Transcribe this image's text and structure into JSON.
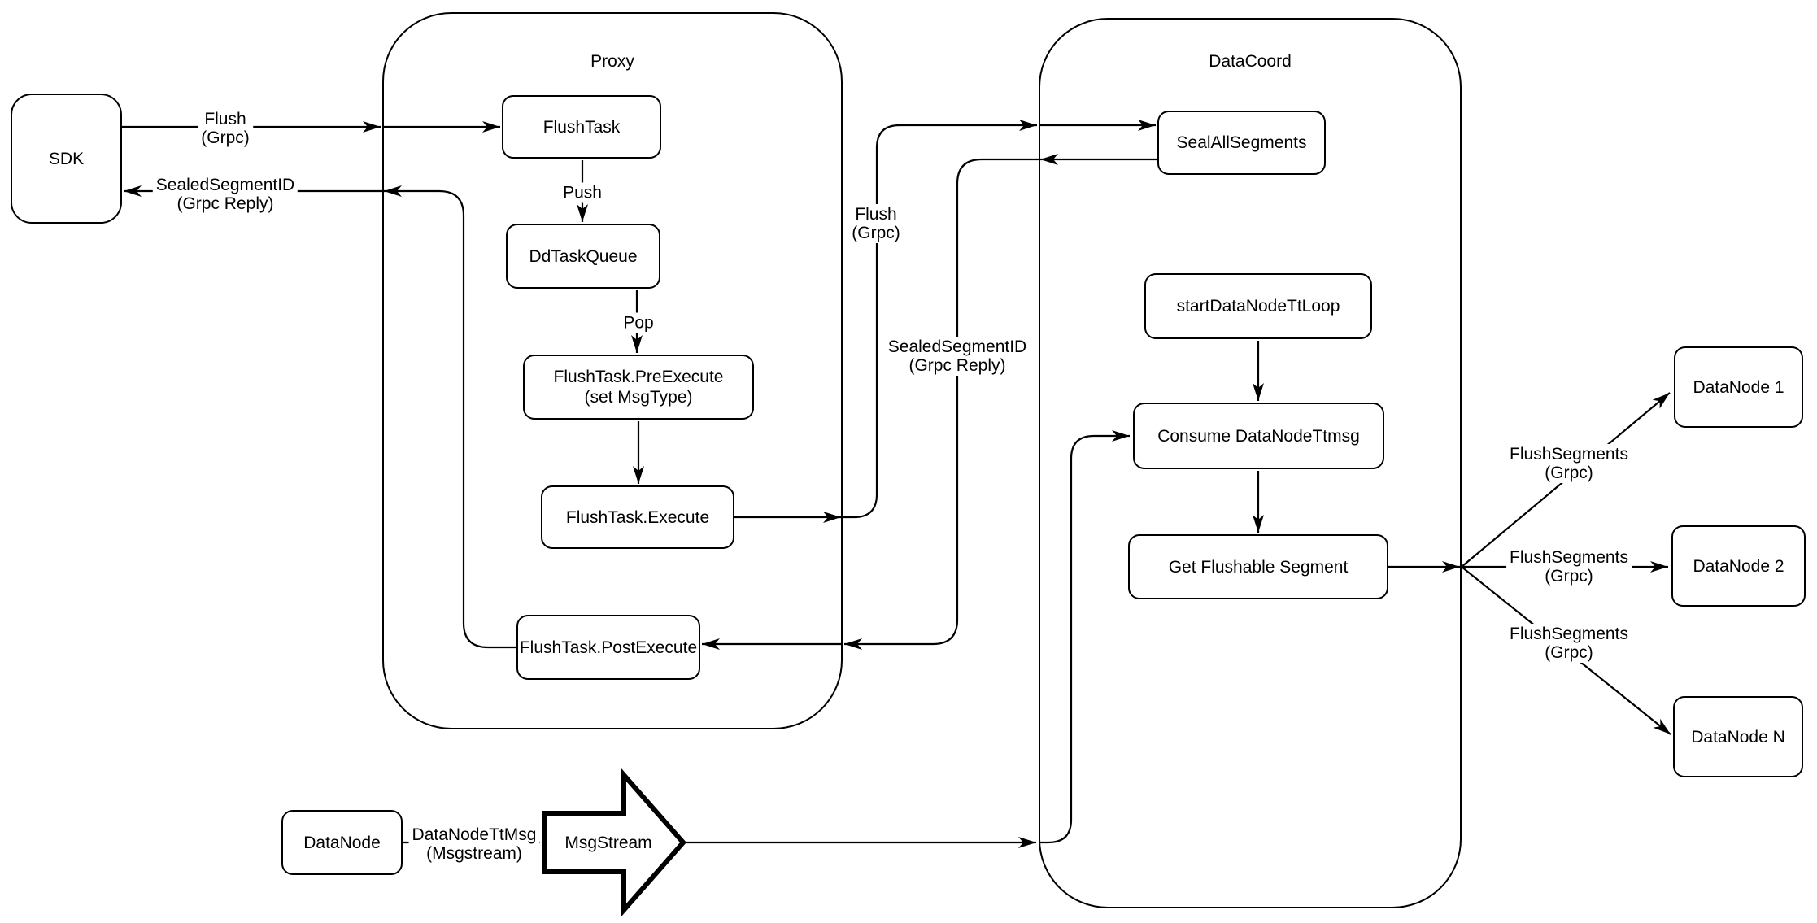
{
  "colors": {
    "stroke": "#000000",
    "canvas": "#ffffff"
  },
  "containers": {
    "proxy": {
      "label": "Proxy"
    },
    "datacoord": {
      "label": "DataCoord"
    }
  },
  "nodes": {
    "sdk": {
      "label": "SDK"
    },
    "flush_task": {
      "label": "FlushTask"
    },
    "dd_task_queue": {
      "label": "DdTaskQueue"
    },
    "pre_execute": {
      "line1": "FlushTask.PreExecute",
      "line2": "(set MsgType)"
    },
    "execute": {
      "label": "FlushTask.Execute"
    },
    "post_execute": {
      "label": "FlushTask.PostExecute"
    },
    "seal_all_segments": {
      "label": "SealAllSegments"
    },
    "start_data_node_tt_loop": {
      "label": "startDataNodeTtLoop"
    },
    "consume_data_node_ttmsg": {
      "label": "Consume DataNodeTtmsg"
    },
    "get_flushable_segment": {
      "label": "Get Flushable Segment"
    },
    "data_node_1": {
      "label": "DataNode 1"
    },
    "data_node_2": {
      "label": "DataNode 2"
    },
    "data_node_n": {
      "label": "DataNode N"
    },
    "data_node": {
      "label": "DataNode"
    },
    "msg_stream": {
      "label": "MsgStream"
    }
  },
  "edge_labels": {
    "flush_sdk": {
      "line1": "Flush",
      "line2": "(Grpc)"
    },
    "sealed_sdk": {
      "line1": "SealedSegmentID",
      "line2": "(Grpc Reply)"
    },
    "push": {
      "label": "Push"
    },
    "pop": {
      "label": "Pop"
    },
    "flush_datacoord": {
      "line1": "Flush",
      "line2": "(Grpc)"
    },
    "sealed_datacoord": {
      "line1": "SealedSegmentID",
      "line2": "(Grpc Reply)"
    },
    "flush_segments_1": {
      "line1": "FlushSegments",
      "line2": "(Grpc)"
    },
    "flush_segments_2": {
      "line1": "FlushSegments",
      "line2": "(Grpc)"
    },
    "flush_segments_3": {
      "line1": "FlushSegments",
      "line2": "(Grpc)"
    },
    "data_node_tt_msg": {
      "line1": "DataNodeTtMsg",
      "line2": "(Msgstream)"
    }
  }
}
